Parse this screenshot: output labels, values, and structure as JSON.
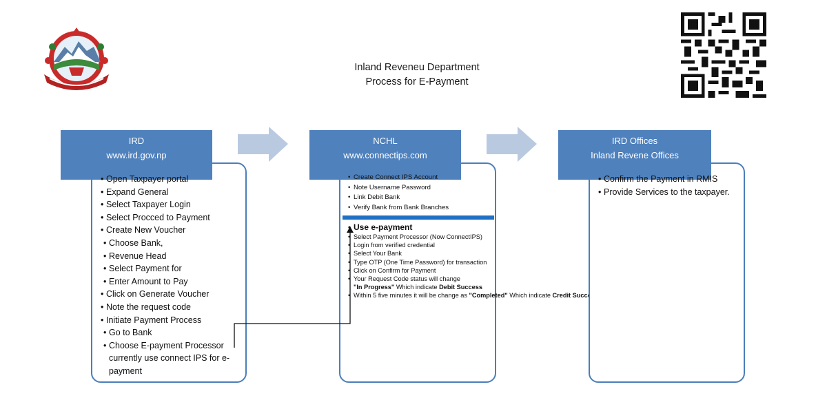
{
  "header": {
    "title_line1": "Inland Reveneu Department",
    "title_line2": "Process for E-Payment"
  },
  "icons": {
    "emblem": "nepal-government-emblem-icon",
    "qr": "qr-code-icon",
    "flow_arrow": "right-arrow-icon"
  },
  "colors": {
    "header_fill": "#4f81bd",
    "box_border": "#4a7ebb",
    "arrow_fill": "#b9c9e0",
    "divider": "#1f6fc4"
  },
  "columns": {
    "ird": {
      "title": "IRD",
      "subtitle": "www.ird.gov.np",
      "steps": [
        "Open Taxpayer portal",
        "Expand General",
        "Select Taxpayer Login",
        "Select Procced to Payment",
        "Create New Voucher",
        "Choose Bank,",
        "Revenue Head",
        "Select Payment for",
        "Enter Amount to Pay",
        "Click on Generate Voucher",
        "Note the request code",
        "Initiate  Payment Process",
        "Go to Bank",
        "Choose E-payment Processor currently use connect IPS for e-payment"
      ]
    },
    "nchl": {
      "title": "NCHL",
      "subtitle": "www.connectips.com",
      "setup_steps": [
        "Create Connect IPS Account",
        "Note Username Password",
        "Link Debit Bank",
        "Verify Bank from Bank Branches"
      ],
      "use_heading": "Use e-payment",
      "use_steps": [
        "Select Payment Processor (Now ConnectIPS)",
        "Login from verified credential",
        "Select Your Bank",
        "Type OTP (One Time Password) for transaction",
        " Click on Confirm for Payment",
        " Your Request Code status will change"
      ],
      "progress_quote": "\"In Progress\"",
      "progress_mid": " Which indicate ",
      "progress_bold": "Debit Success",
      "completed_prefix": "Within 5 five minutes it will be change as ",
      "completed_quote": "\"Completed\"",
      "completed_mid": " Which indicate ",
      "completed_bold": "Credit Success"
    },
    "offices": {
      "title": "IRD Offices",
      "subtitle": "Inland Revene Offices",
      "steps": [
        "Confirm the Payment in RMIS",
        "Provide Services to the taxpayer."
      ]
    }
  }
}
